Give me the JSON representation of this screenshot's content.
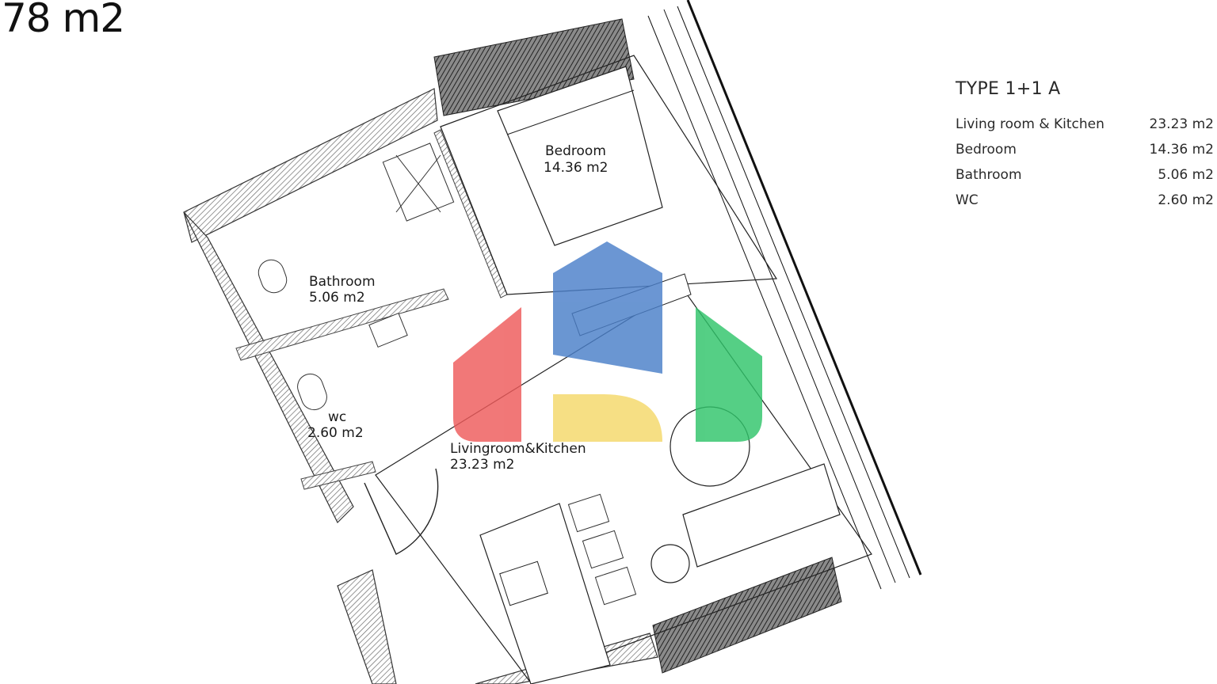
{
  "plan": {
    "total_area": "78 m2",
    "rooms": {
      "bedroom": {
        "name": "Bedroom",
        "area": "14.36 m2"
      },
      "bathroom": {
        "name": "Bathroom",
        "area": "5.06 m2"
      },
      "wc": {
        "name": "wc",
        "area": "2.60 m2"
      },
      "living": {
        "name": "Livingroom&Kitchen",
        "area": "23.23 m2"
      }
    }
  },
  "legend": {
    "title": "TYPE 1+1 A",
    "rows": [
      {
        "label": "Living room & Kitchen",
        "value": "23.23 m2"
      },
      {
        "label": "Bedroom",
        "value": "14.36 m2"
      },
      {
        "label": "Bathroom",
        "value": "5.06 m2"
      },
      {
        "label": "WC",
        "value": "2.60 m2"
      }
    ]
  },
  "watermark": {
    "colors": [
      "#ee5a5a",
      "#4a7fc9",
      "#f5d86a",
      "#2fc46a"
    ]
  }
}
